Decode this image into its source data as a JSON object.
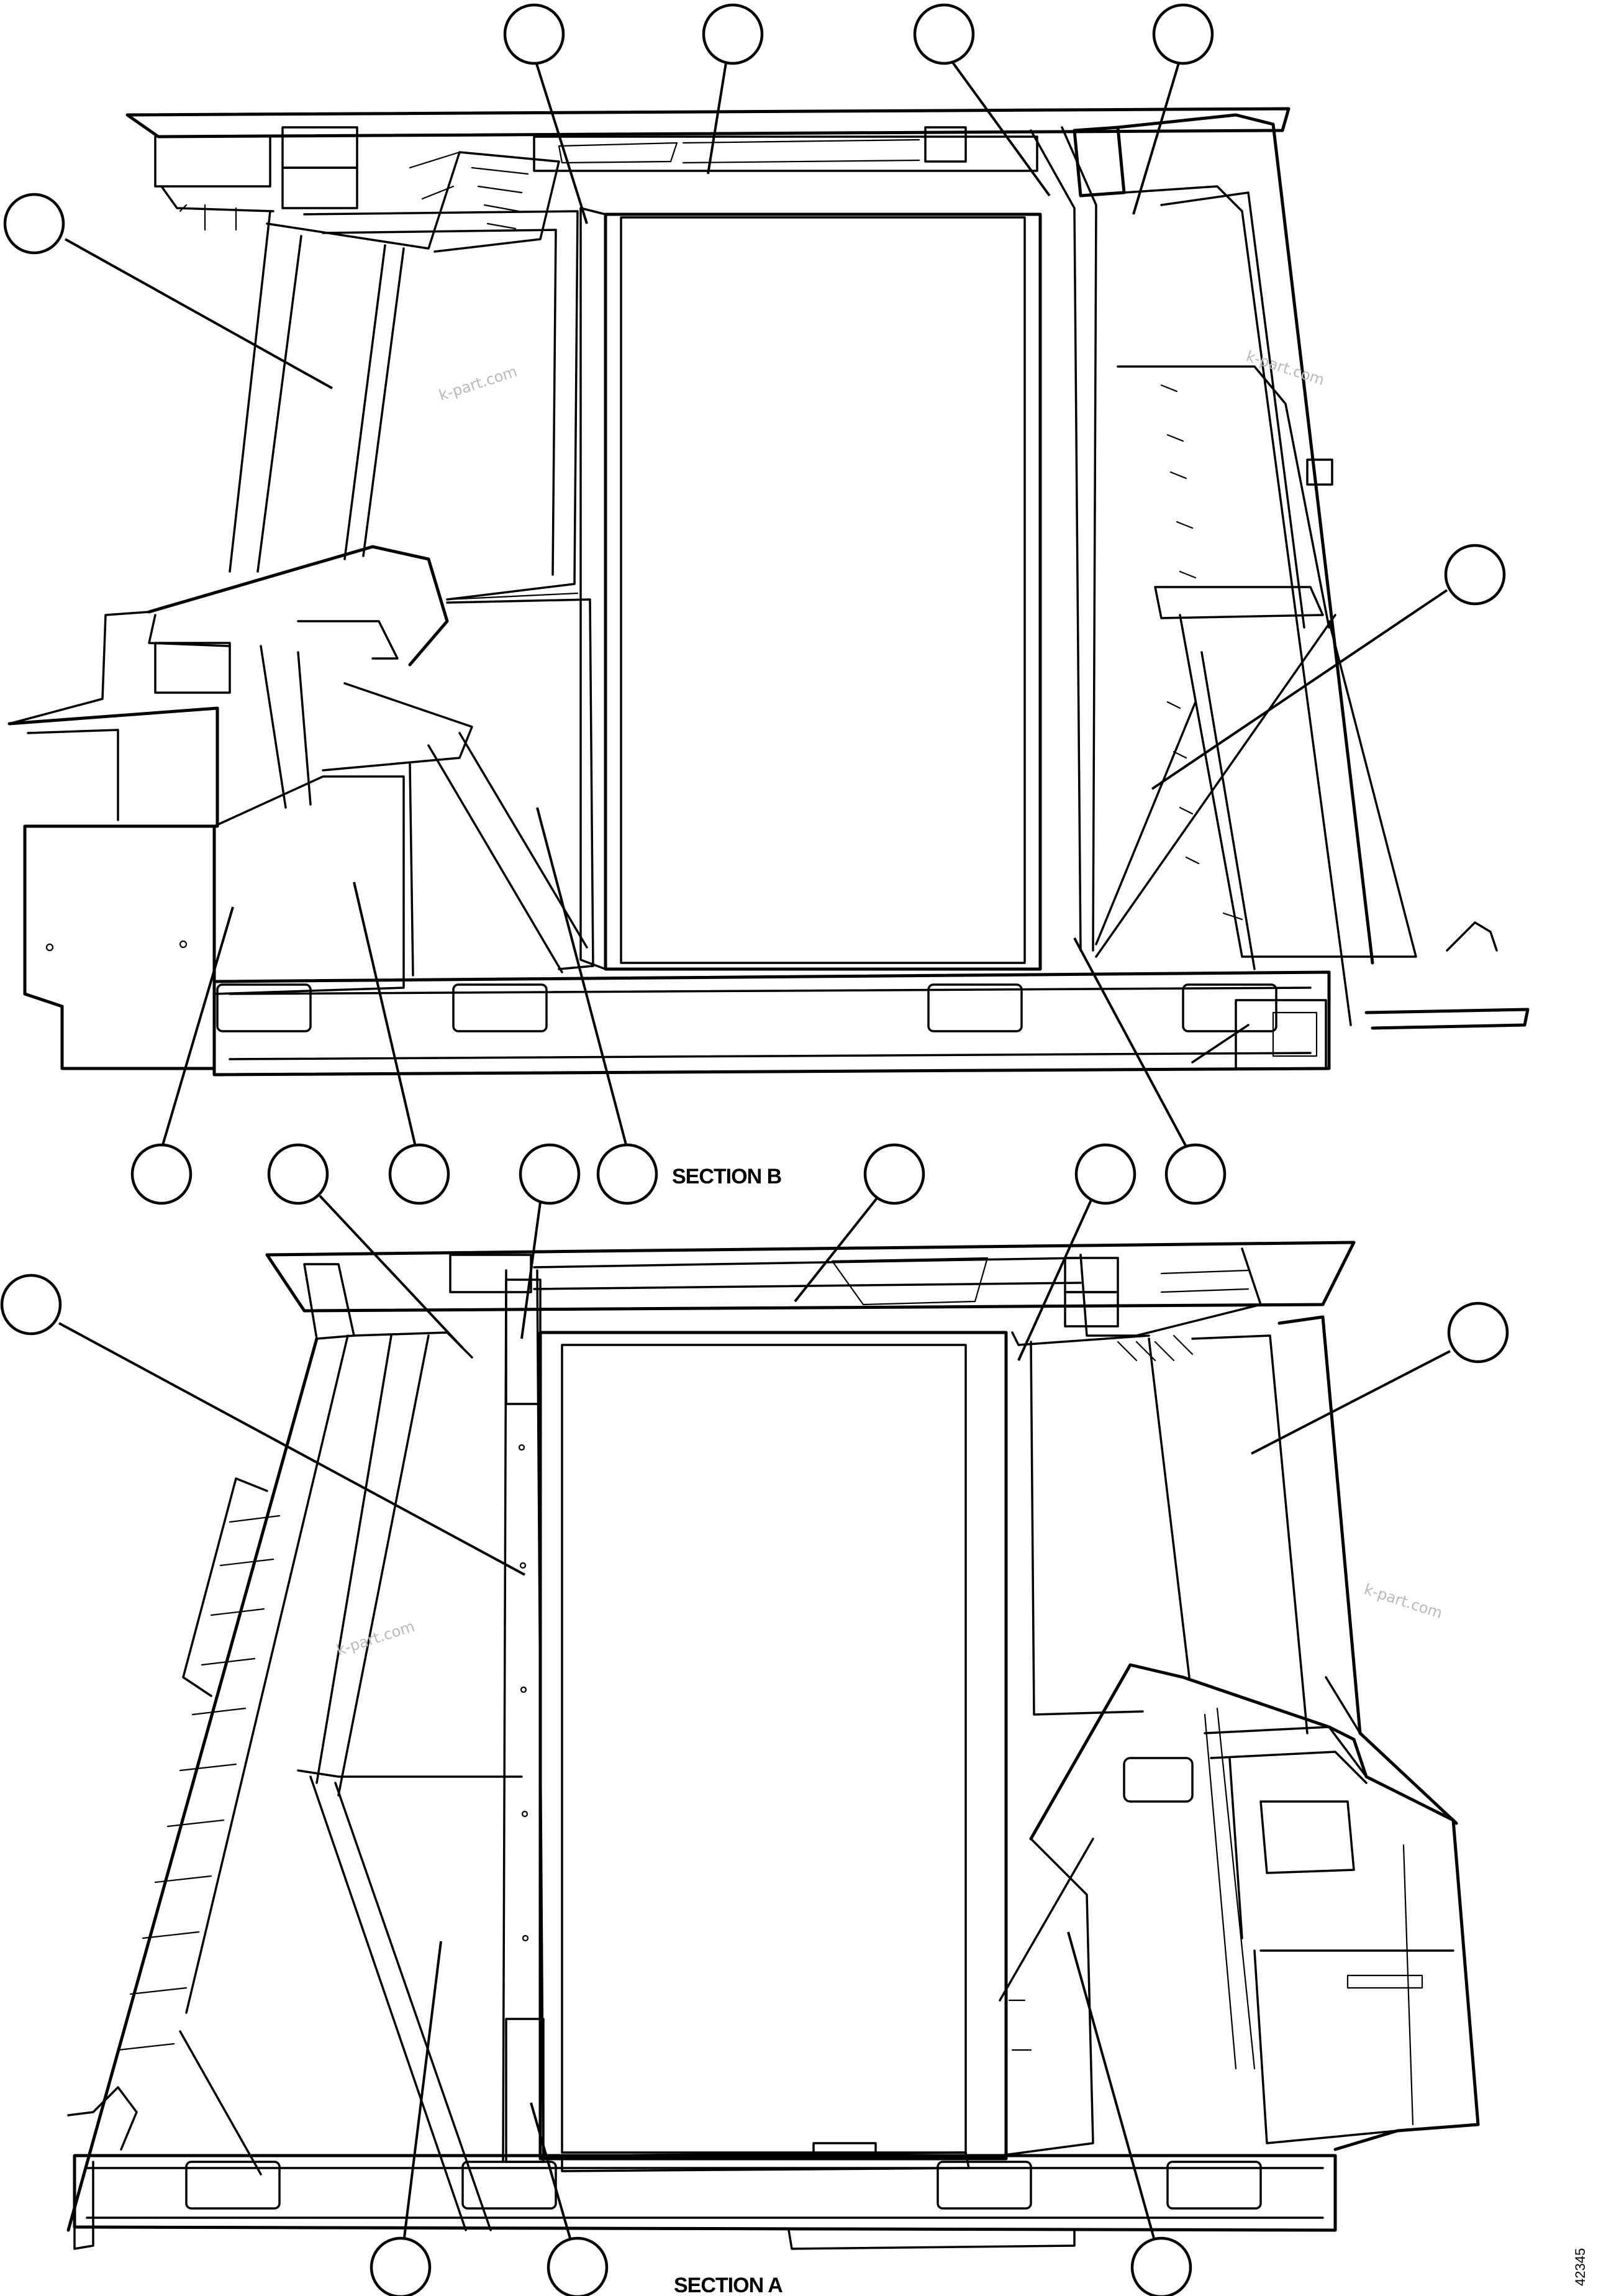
{
  "sections": [
    {
      "id": "section-b",
      "label": "SECTION B"
    },
    {
      "id": "section-a",
      "label": "SECTION A"
    }
  ],
  "watermark": "k-part.com",
  "sheet_id": "42345"
}
